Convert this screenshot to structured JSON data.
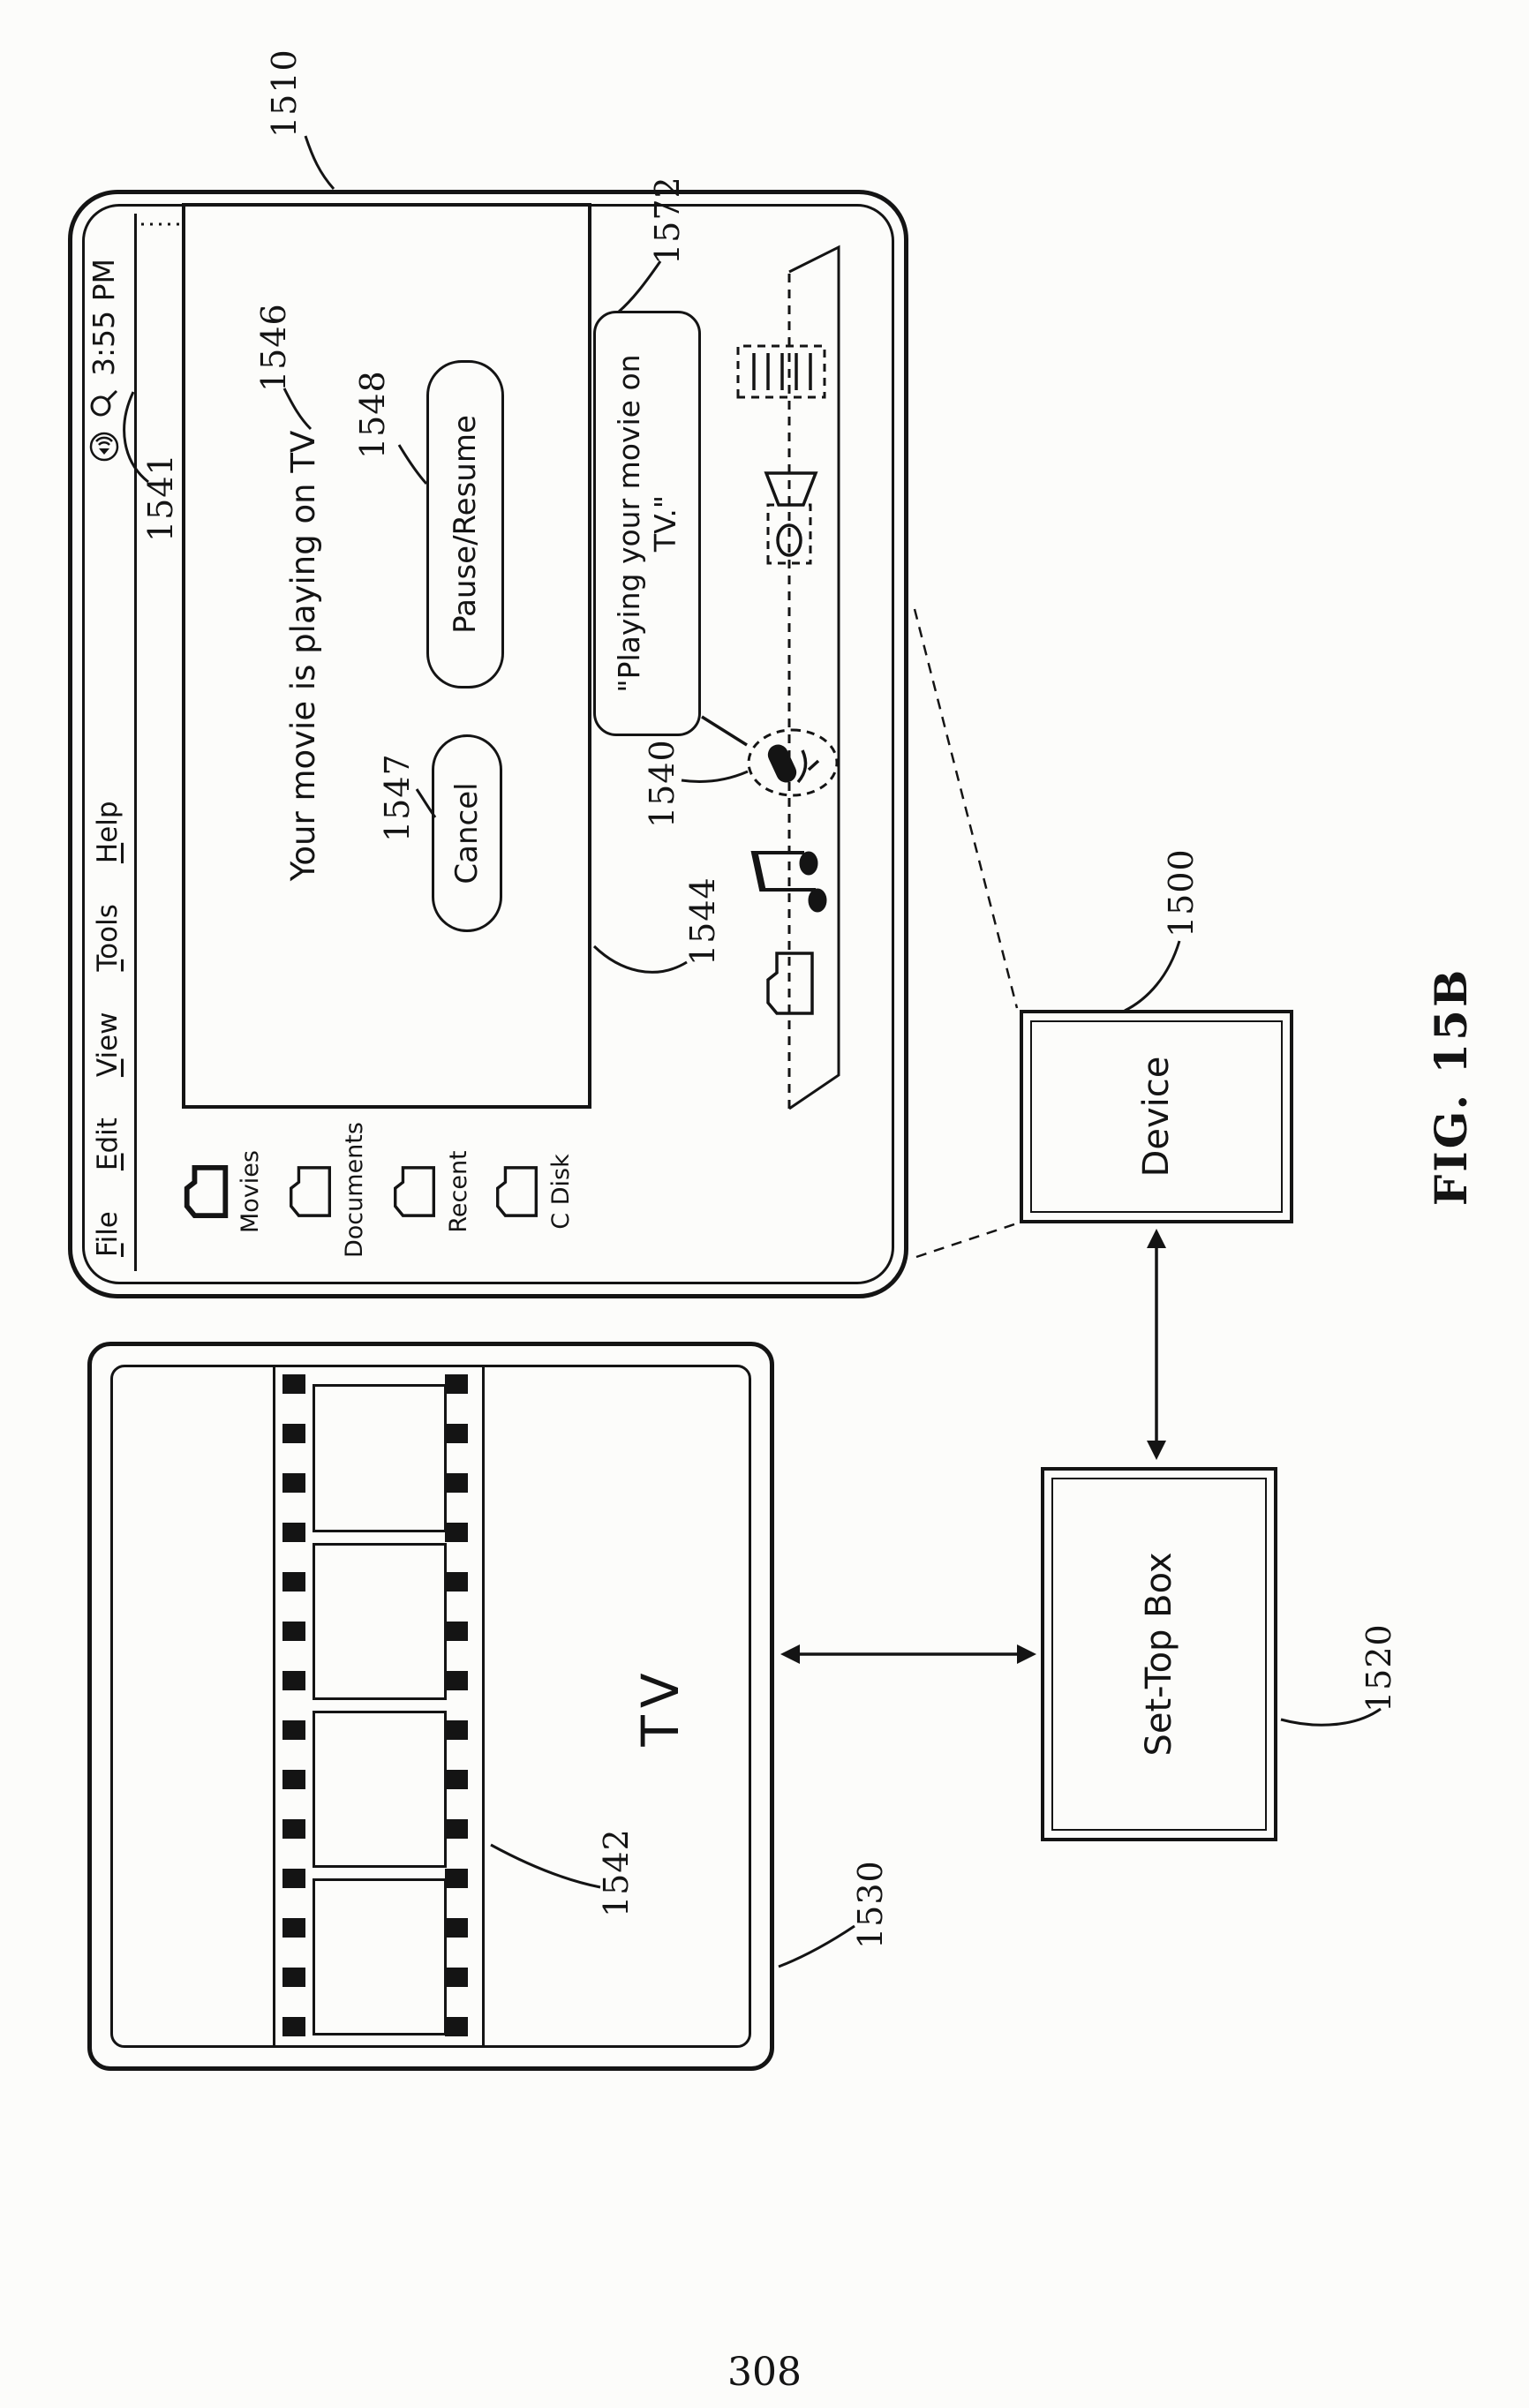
{
  "page": {
    "number": "308",
    "paper_color": "#fcfcfa",
    "ink_color": "#141414"
  },
  "figure": {
    "caption": "FIG. 15B"
  },
  "laptop": {
    "ref": "1510",
    "menu_bar": {
      "ref": "1541",
      "items": [
        "File",
        "Edit",
        "View",
        "Tools",
        "Help"
      ],
      "status_icons": [
        "speaker-icon",
        "search-icon"
      ],
      "clock": "3:55 PM"
    },
    "sidebar": {
      "items": [
        {
          "icon": "folder-icon",
          "label": "Movies"
        },
        {
          "icon": "folder-icon",
          "label": "Documents"
        },
        {
          "icon": "folder-icon",
          "label": "Recent"
        },
        {
          "icon": "folder-icon",
          "label": "C Disk"
        }
      ]
    },
    "dialog": {
      "ref": "1544",
      "message": "Your movie is playing on TV",
      "message_ref": "1546",
      "buttons": [
        {
          "label": "Cancel",
          "ref": "1547"
        },
        {
          "label": "Pause/Resume",
          "ref": "1548"
        }
      ]
    },
    "dock": {
      "ref_mic": "1540",
      "icons": [
        "folder-icon",
        "music-notes-icon",
        "microphone-icon",
        "video-camera-icon",
        "playlist-icon"
      ]
    },
    "speech_bubble": {
      "ref": "1572",
      "text": "\"Playing your movie on TV.\""
    }
  },
  "tv": {
    "ref": "1530",
    "screen_label": "TV",
    "filmstrip": {
      "ref": "1542",
      "frames": 4
    }
  },
  "set_top_box": {
    "ref": "1520",
    "label": "Set-Top Box"
  },
  "device": {
    "ref": "1500",
    "label": "Device"
  }
}
